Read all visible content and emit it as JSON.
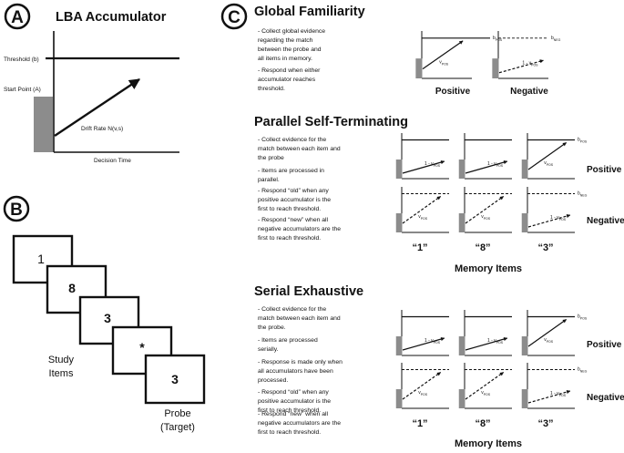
{
  "panelA": {
    "letter": "A",
    "title": "LBA Accumulator",
    "threshold": "Threshold (b)",
    "start_point": "Start Point (A)",
    "drift_rate": "Drift Rate   N(v,s)",
    "decision_time": "Decision Time"
  },
  "panelB": {
    "letter": "B",
    "cards": [
      "1",
      "8",
      "3",
      "*",
      "3"
    ],
    "study_items": [
      "Study",
      "Items"
    ],
    "probe": [
      "Probe",
      "(Target)"
    ]
  },
  "panelC": {
    "letter": "C",
    "global": {
      "title": "Global Familiarity",
      "bullets": [
        [
          "- Collect global evidence",
          "regarding the match",
          "between the probe and",
          "all items in memory."
        ],
        [
          "- Respond when either",
          "accumulator reaches",
          "threshold."
        ]
      ],
      "positive": "Positive",
      "negative": "Negative",
      "b_pos": "b",
      "b_pos_sub": "POS",
      "b_neg": "b",
      "b_neg_sub": "NEG",
      "v_pos": "v",
      "v_pos_sub": "POS",
      "one_minus_v": "1 - v",
      "one_minus_v_sub": "POS"
    },
    "parallel": {
      "title": "Parallel Self-Terminating",
      "bullets": [
        [
          "- Collect evidence for the",
          "match between each item and",
          "the probe"
        ],
        [
          "- Items are processed in",
          "parallel."
        ],
        [
          "- Respond “old” when any",
          "positive accumulator is the",
          "first to reach threshold."
        ],
        [
          "- Respond “new” when all",
          "negative accumulators are the",
          "first to reach threshold."
        ]
      ],
      "positive": "Positive",
      "negative": "Negative",
      "items": [
        "“1”",
        "“8”",
        "“3”"
      ],
      "memory_items": "Memory Items"
    },
    "serial": {
      "title": "Serial Exhaustive",
      "bullets": [
        [
          "- Collect evidence for the",
          "match between each item and",
          "the probe."
        ],
        [
          "- Items are processed",
          "serially."
        ],
        [
          "- Response is made only when",
          "all accumulators have been",
          "processed."
        ],
        [
          "- Respond “old” when any",
          "positive accumulator is the",
          "first to reach threshold."
        ],
        [
          "- Respond “new” when all",
          "negative accumulators are the",
          "first to reach threshold."
        ]
      ],
      "positive": "Positive",
      "negative": "Negative",
      "items": [
        "“1”",
        "“8”",
        "“3”"
      ],
      "memory_items": "Memory Items"
    }
  },
  "colors": {
    "ink": "#111111",
    "start_box": "#8c8c8c"
  }
}
